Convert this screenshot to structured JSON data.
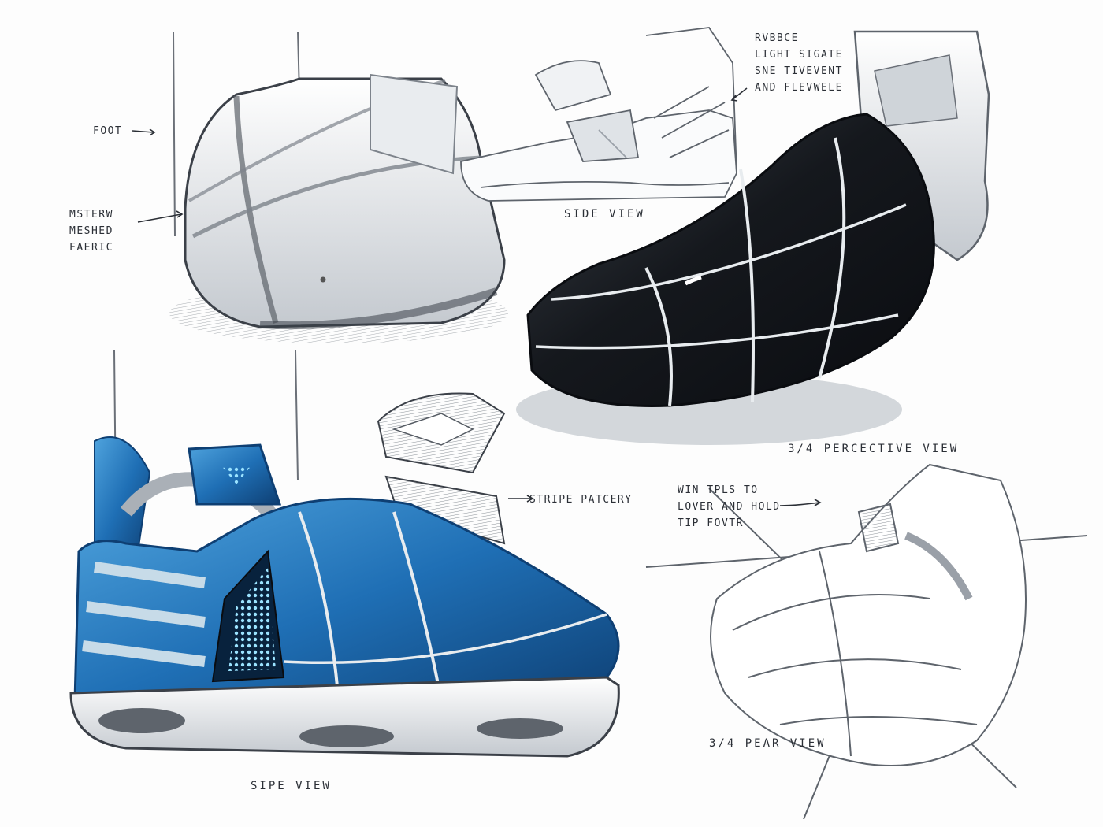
{
  "sheet": {
    "annotations": {
      "foot": "FOOT",
      "mesh": [
        "MSTERW",
        "MESHED",
        "FAERIC"
      ],
      "rubber": [
        "RVBBCE",
        "LIGHT SIGATE",
        "SNE TIVEVENT",
        "AND FLEVWELE"
      ],
      "stripe": "STRIPE PATCERY",
      "win": [
        "WIN TPLS TO",
        "LOVER AND HOLD",
        "TIP FOVTR"
      ]
    },
    "captions": {
      "side_view_top": "SIDE VIEW",
      "perspective_view": "3/4 PERCECTIVE VIEW",
      "side_view_bottom": "SIPE VIEW",
      "rear_view": "3/4 PEAR VIEW"
    },
    "colors": {
      "paper": "#fdfdfd",
      "ink": "#2b2f36",
      "blue_shoe": "#1f6fb5",
      "blue_light": "#4fa3dd",
      "black_shoe": "#15181d",
      "grey_marker": "#9aa0a8",
      "light_grey": "#d6dadf"
    }
  }
}
